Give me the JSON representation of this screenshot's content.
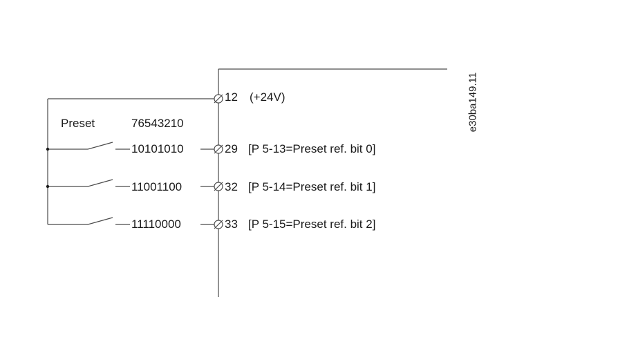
{
  "figure_id": "e30ba149.11",
  "preset_label": "Preset",
  "bit_header": "76543210",
  "supply": {
    "terminal": "12",
    "label": "(+24V)"
  },
  "inputs": [
    {
      "code": "10101010",
      "terminal": "29",
      "label": "[P 5-13=Preset ref. bit 0]"
    },
    {
      "code": "11001100",
      "terminal": "32",
      "label": "[P 5-14=Preset ref. bit 1]"
    },
    {
      "code": "11110000",
      "terminal": "33",
      "label": "[P 5-15=Preset ref. bit 2]"
    }
  ],
  "colors": {
    "line": "#4a4a4a",
    "text": "#1a1a1a",
    "background": "#ffffff"
  }
}
